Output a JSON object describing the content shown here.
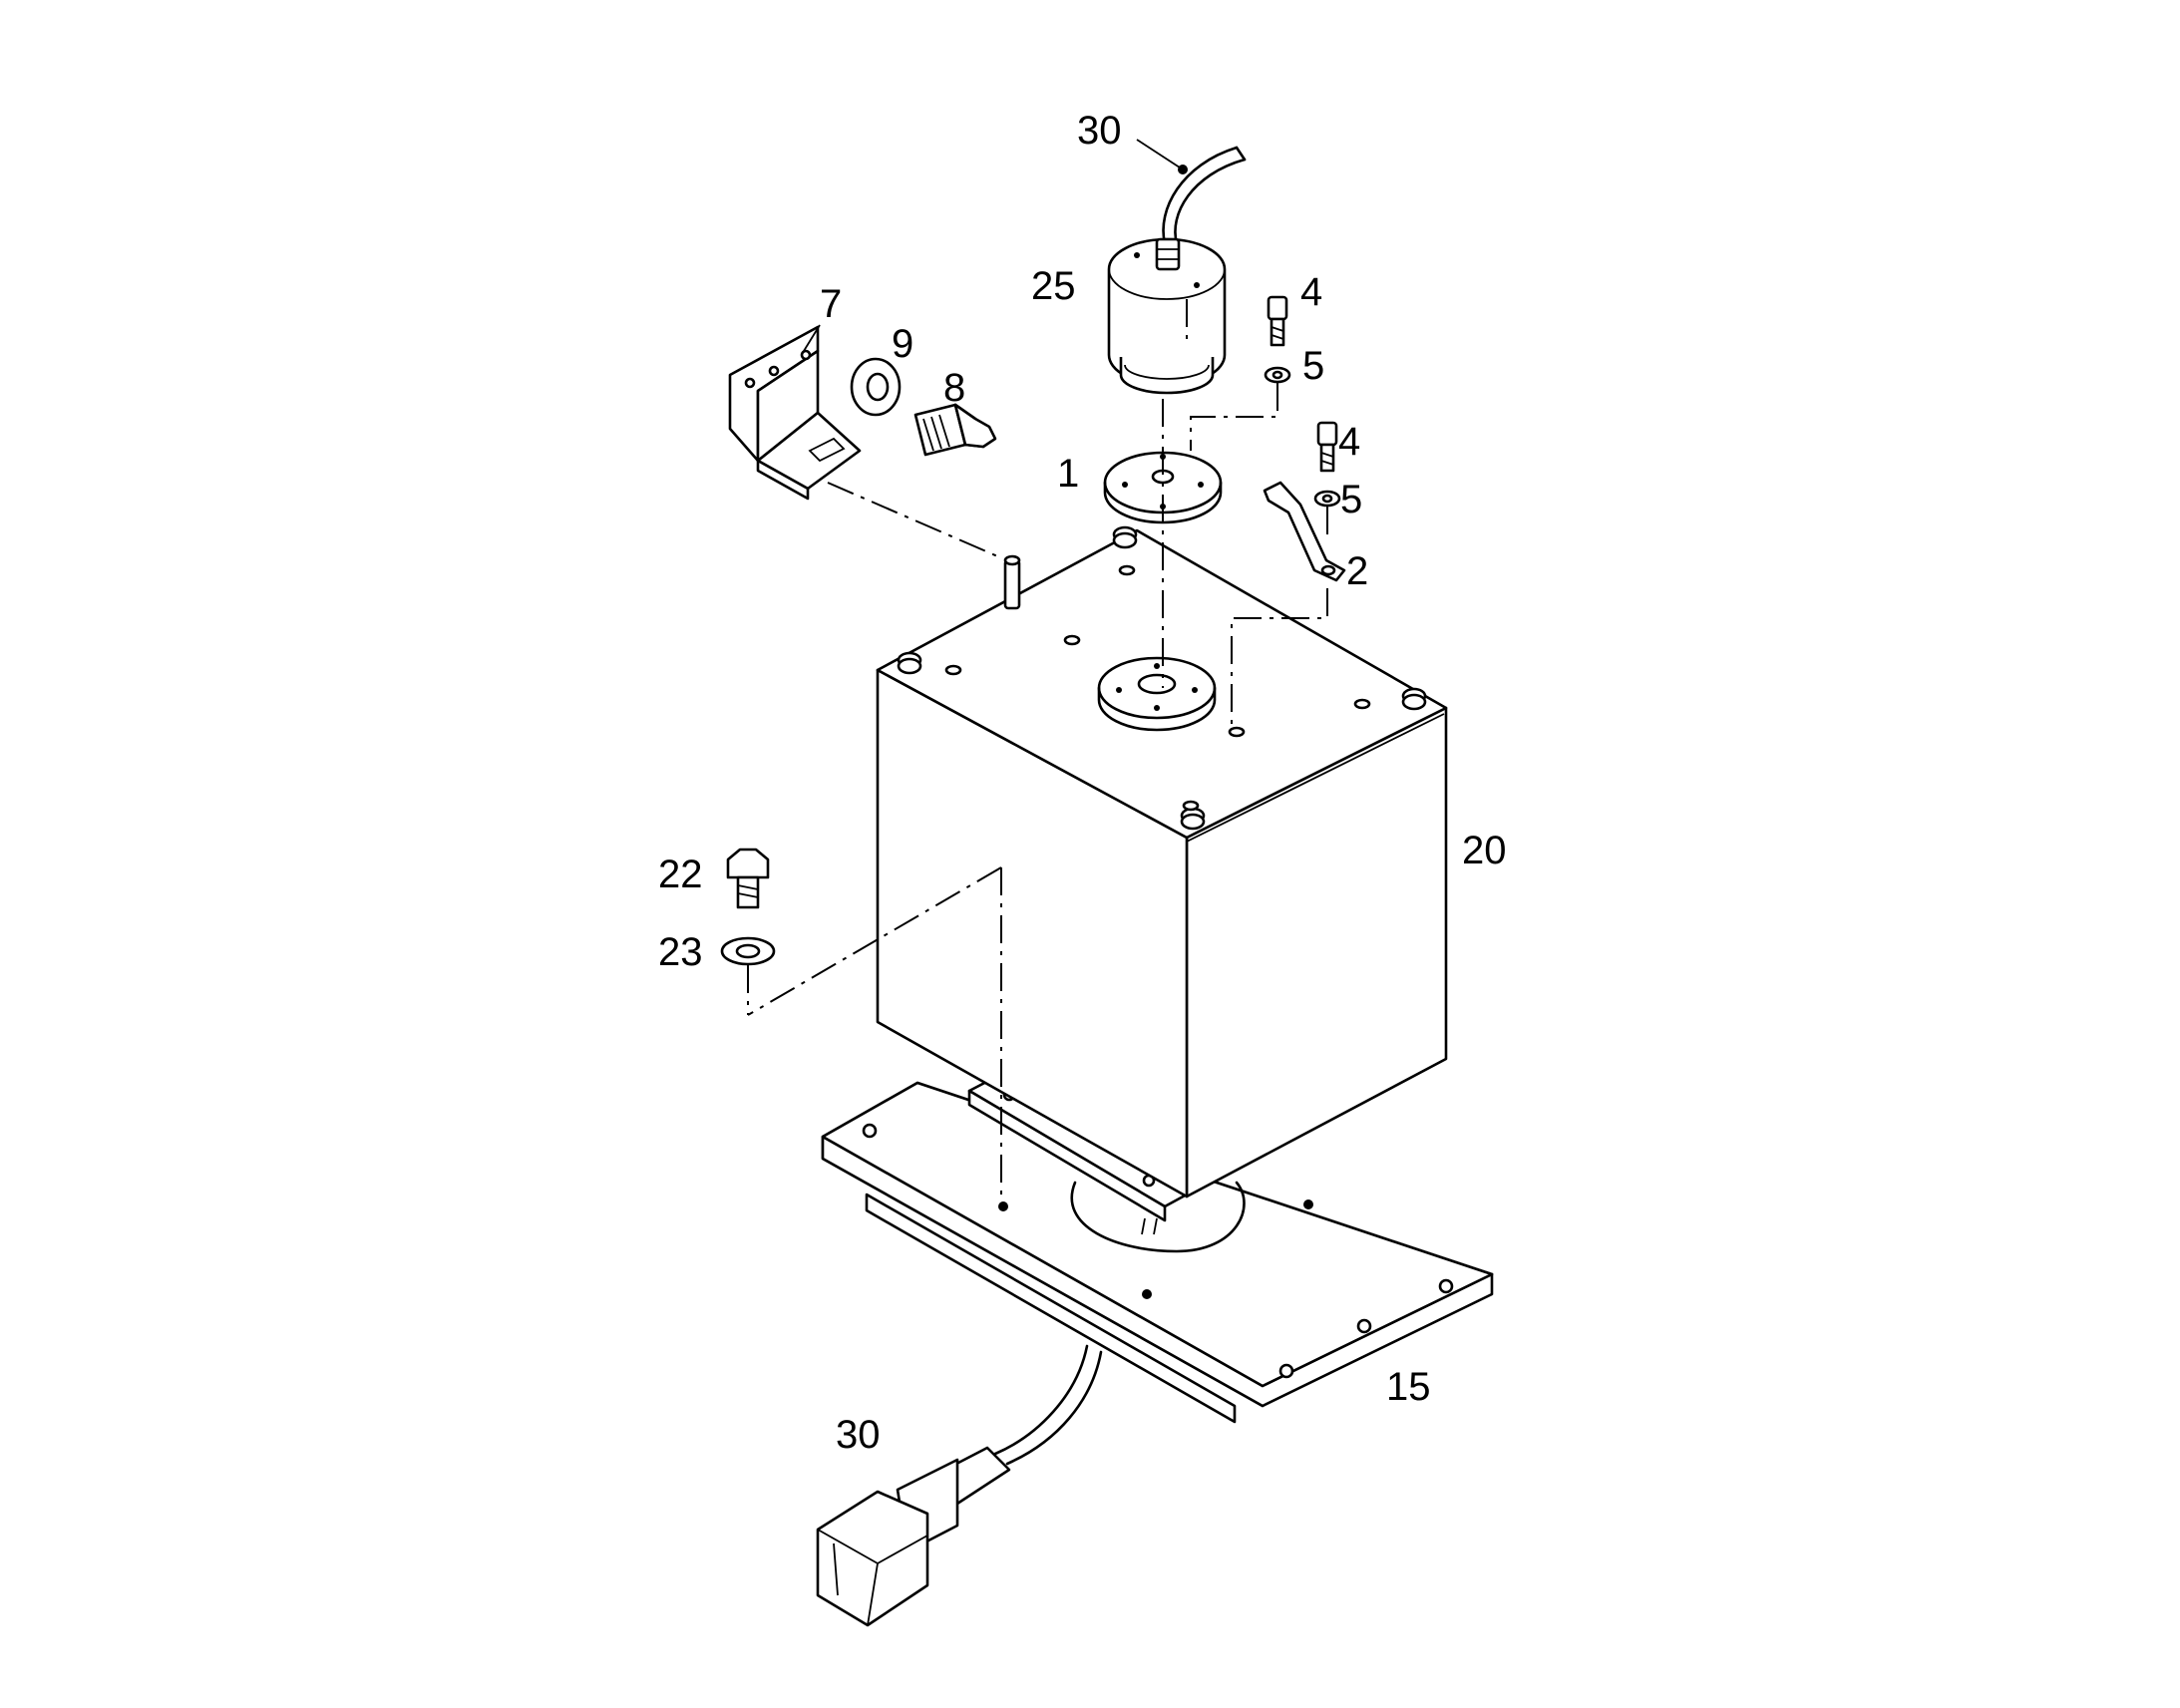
{
  "callouts": {
    "c30_top": "30",
    "c25": "25",
    "c4_a": "4",
    "c5_a": "5",
    "c7": "7",
    "c9": "9",
    "c8": "8",
    "c4_b": "4",
    "c1": "1",
    "c5_b": "5",
    "c2": "2",
    "c20": "20",
    "c22": "22",
    "c23": "23",
    "c15": "15",
    "c30_bottom": "30"
  },
  "colors": {
    "line": "#000000",
    "background": "#ffffff"
  }
}
